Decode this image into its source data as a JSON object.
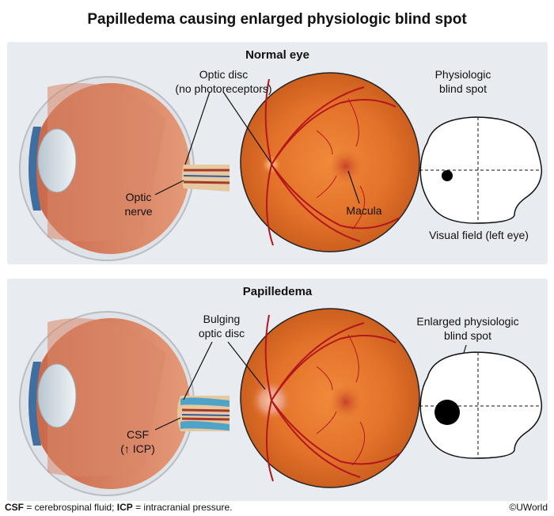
{
  "title": "Papilledema causing enlarged physiologic blind spot",
  "panels": {
    "normal": {
      "title": "Normal eye",
      "optic_disc_label": "Optic disc",
      "optic_disc_sub": "(no photoreceptors)",
      "optic_nerve_label1": "Optic",
      "optic_nerve_label2": "nerve",
      "macula_label": "Macula",
      "blind_spot_label1": "Physiologic",
      "blind_spot_label2": "blind spot",
      "visual_field_label": "Visual field (left eye)"
    },
    "papilledema": {
      "title": "Papilledema",
      "disc_label1": "Bulging",
      "disc_label2": "optic disc",
      "csf_label1": "CSF",
      "csf_label2": "(↑ ICP)",
      "blind_spot_label1": "Enlarged physiologic",
      "blind_spot_label2": "blind spot"
    }
  },
  "footnote": {
    "abbr1": "CSF",
    "def1": " = cerebrospinal fluid; ",
    "abbr2": "ICP",
    "def2": " = intracranial pressure."
  },
  "credit": "©UWorld",
  "colors": {
    "panel_bg": "#e8ebf0",
    "retina_orange": "#e0742a",
    "vessel_red": "#b3161c",
    "csf_blue": "#4fa3c8"
  }
}
